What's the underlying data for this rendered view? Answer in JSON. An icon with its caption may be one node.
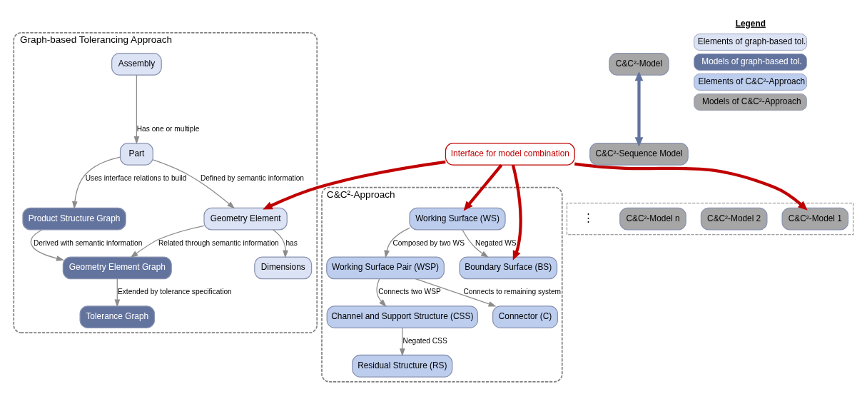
{
  "diagram": {
    "nodes": [
      {
        "text": [
          "Graph-based Tolerancing Approach"
        ]
      },
      {
        "text": [
          "Tolerance Graph"
        ],
        "in": 0
      },
      {
        "text": [
          "Part"
        ],
        "in": 0
      },
      {
        "text": [
          "Assembly"
        ],
        "in": 0
      },
      {
        "text": [
          "Product Structure Graph"
        ],
        "in": 0
      },
      {
        "text": [
          "Dimensions"
        ],
        "in": 0
      },
      {
        "text": [
          "Geometry Element Graph"
        ],
        "in": 0
      },
      {
        "text": [
          "Geometry Element"
        ],
        "in": 0
      },
      {
        "text": [
          "Interface for model combination"
        ]
      },
      {
        "text": [
          "C&C²-Approach"
        ]
      },
      {
        "text": [
          "Channel and Support Structure (CSS)"
        ],
        "in": 9
      },
      {
        "text": [
          "Boundary Surface (BS)"
        ],
        "in": 9
      },
      {
        "text": [
          "Residual Structure (RS)"
        ],
        "in": 9
      },
      {
        "text": [
          "Working Surface (WS)"
        ],
        "in": 9
      },
      {
        "text": [
          "Connector (C)"
        ],
        "in": 9
      },
      {
        "text": [
          "Working Surface Pair (WSP)"
        ],
        "in": 9
      },
      {
        "text": [
          "C&C²-Model"
        ]
      },
      {
        "text": [],
        "shape": "box"
      },
      {
        "text": [
          "C&C²-Model 1"
        ],
        "in": 17
      },
      {
        "text": [
          "C&C²-Model 2"
        ],
        "in": 17
      },
      {
        "text": [
          "C&C²-Model n"
        ],
        "in": 17
      },
      {
        "text": [
          "C&C²-Sequence Model"
        ]
      }
    ],
    "edges": [
      {
        "from": 3,
        "to": 2,
        "arrow": "to",
        "label": "Has one or multiple"
      },
      {
        "from": 2,
        "to": 4,
        "arrow": "to",
        "label": "Uses interface relations to build"
      },
      {
        "from": 2,
        "to": 7,
        "arrow": "to",
        "label": "Defined by semantic information"
      },
      {
        "from": 7,
        "to": 5,
        "arrow": "to",
        "label": "has"
      },
      {
        "from": 4,
        "to": 6,
        "arrow": "to",
        "label": "Derived with semantic information"
      },
      {
        "from": 6,
        "to": 1,
        "arrow": "to",
        "label": "Extended by tolerance specification"
      },
      {
        "from": 7,
        "to": 6,
        "arrow": "to",
        "label": "Related through semantic information"
      },
      {
        "from": 8,
        "to": 7,
        "arrow": "to",
        "style": "thick",
        "color": "#c00000"
      },
      {
        "from": 8,
        "to": 11,
        "arrow": "to",
        "style": "thick",
        "color": "#c00000"
      },
      {
        "from": 8,
        "to": 13,
        "arrow": "to",
        "style": "thick",
        "color": "#c00000"
      },
      {
        "from": 8,
        "to": 18,
        "arrow": "to",
        "style": "thick",
        "color": "#c00000"
      },
      {
        "from": 10,
        "to": 12,
        "arrow": "to",
        "label": "Negated CSS"
      },
      {
        "from": 13,
        "to": 11,
        "arrow": "to",
        "label": "Negated WS"
      },
      {
        "from": 13,
        "to": 15,
        "arrow": "to",
        "label": "Composed by two WS"
      },
      {
        "from": 15,
        "to": 10,
        "arrow": "to",
        "label": "Connects two WSP"
      },
      {
        "from": 15,
        "to": 14,
        "arrow": "to",
        "label": "Connects to remaining system"
      },
      {
        "from": 16,
        "to": 21,
        "arrow": "both",
        "style": "thick",
        "color": "#62739e"
      }
    ],
    "labels": [
      "Legend",
      "⋮"
    ],
    "legend": [
      {
        "text": "Elements of graph-based tol.",
        "color": "#dce3f5"
      },
      {
        "text": "Models of graph-based tol.",
        "color": "#62739e"
      },
      {
        "text": "Elements of C&C²-Approach",
        "color": "#bccdee"
      },
      {
        "text": "Models of C&C²-Approach",
        "color": "#a6a6a6"
      }
    ]
  }
}
